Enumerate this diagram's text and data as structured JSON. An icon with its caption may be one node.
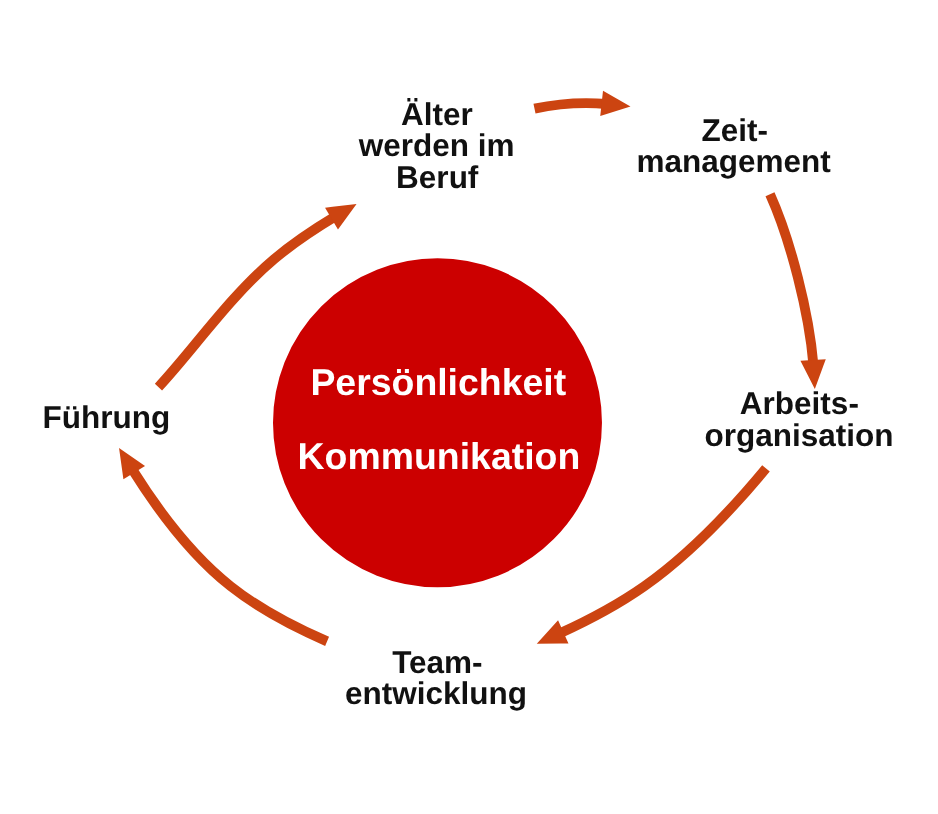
{
  "diagram": {
    "nodes": [
      {
        "text": [
          "Persönlichkeit",
          "Kommunikation"
        ]
      },
      {
        "text": [
          "Älter werden im Beruf"
        ]
      },
      {
        "text": [
          "Zeit- management"
        ]
      },
      {
        "text": [
          "Arbeits- organisation"
        ]
      },
      {
        "text": [
          "Team- entwicklung"
        ]
      },
      {
        "text": [
          "Führung"
        ]
      }
    ],
    "edges": [
      {
        "from": 1,
        "to": 2,
        "arrow": "to"
      },
      {
        "from": 2,
        "to": 3,
        "arrow": "to"
      },
      {
        "from": 3,
        "to": 4,
        "arrow": "to"
      },
      {
        "from": 4,
        "to": 5,
        "arrow": "to"
      },
      {
        "from": 5,
        "to": 1,
        "arrow": "to"
      }
    ]
  }
}
